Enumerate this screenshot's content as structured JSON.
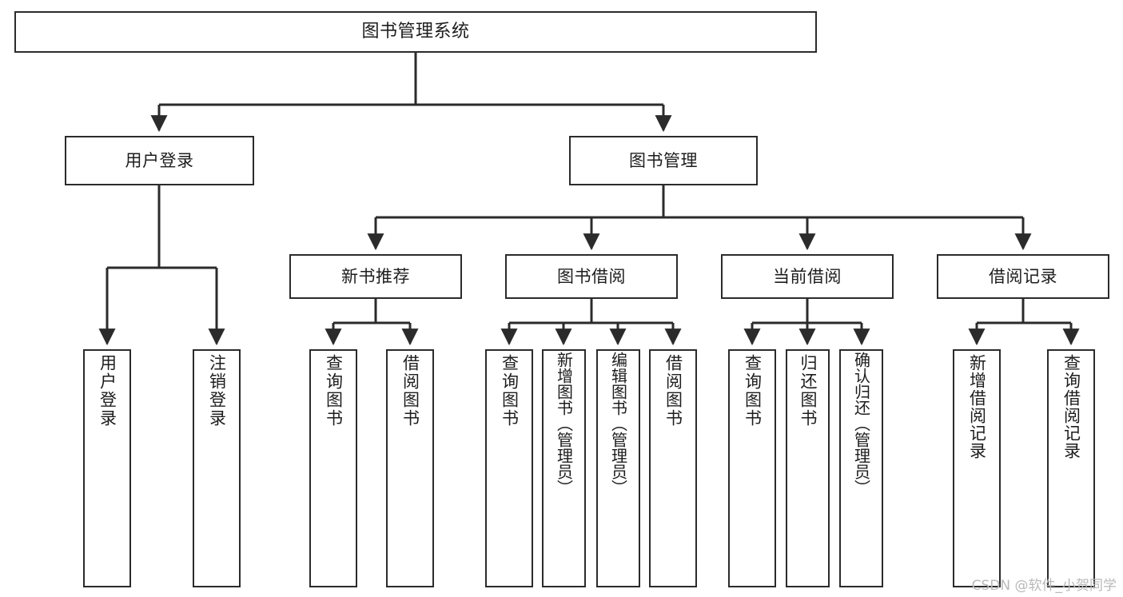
{
  "diagram": {
    "title": "图书管理系统",
    "type": "tree",
    "watermark": "CSDN @软件_小贺同学",
    "colors": {
      "box_border": "#2b2b2b",
      "box_fill": "#ffffff",
      "connector": "#2b2b2b",
      "text": "#1d1d1d",
      "watermark": "#b9b9b9"
    },
    "nodes": {
      "root": {
        "label": "图书管理系统"
      },
      "level2": [
        {
          "id": "user-login",
          "label": "用户登录"
        },
        {
          "id": "book-manage",
          "label": "图书管理"
        }
      ],
      "level3": [
        {
          "id": "new-book-recommend",
          "label": "新书推荐"
        },
        {
          "id": "book-borrow",
          "label": "图书借阅"
        },
        {
          "id": "current-borrow",
          "label": "当前借阅"
        },
        {
          "id": "borrow-record",
          "label": "借阅记录"
        }
      ],
      "leaves": {
        "user_login": [
          {
            "id": "leaf-user-login",
            "label": "用户登录"
          },
          {
            "id": "leaf-logout-login",
            "label": "注销登录"
          }
        ],
        "new_book_recommend": [
          {
            "id": "leaf-query-book-1",
            "label": "查询图书"
          },
          {
            "id": "leaf-borrow-book-1",
            "label": "借阅图书"
          }
        ],
        "book_borrow": [
          {
            "id": "leaf-query-book-2",
            "label": "查询图书"
          },
          {
            "id": "leaf-add-book",
            "label": "新增图书（管理员）"
          },
          {
            "id": "leaf-edit-book",
            "label": "编辑图书（管理员）"
          },
          {
            "id": "leaf-borrow-book-2",
            "label": "借阅图书"
          }
        ],
        "current_borrow": [
          {
            "id": "leaf-query-book-3",
            "label": "查询图书"
          },
          {
            "id": "leaf-return-book",
            "label": "归还图书"
          },
          {
            "id": "leaf-confirm-return",
            "label": "确认归还（管理员）"
          }
        ],
        "borrow_record": [
          {
            "id": "leaf-add-record",
            "label": "新增借阅记录"
          },
          {
            "id": "leaf-query-record",
            "label": "查询借阅记录"
          }
        ]
      }
    }
  }
}
